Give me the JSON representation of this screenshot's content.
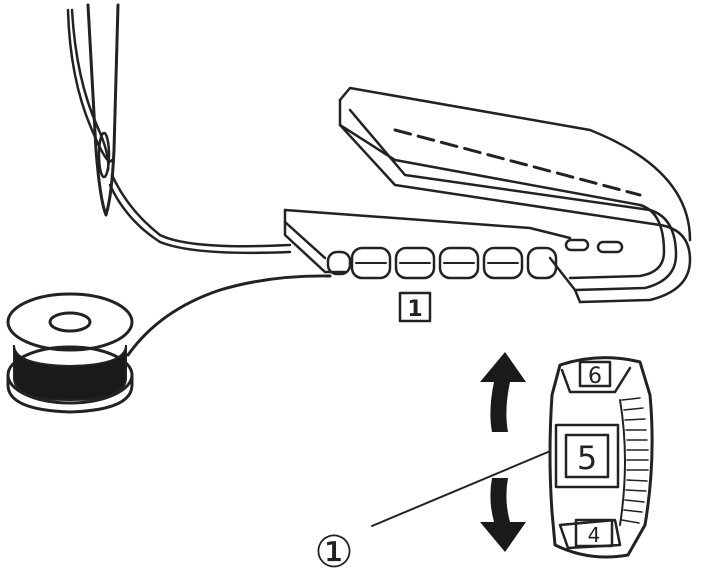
{
  "labels": {
    "seam_box": "1",
    "callout": "①",
    "dial_top": "6",
    "dial_center": "5",
    "dial_bottom": "4"
  },
  "colors": {
    "ink": "#222222",
    "background": "#ffffff",
    "bobbin_thread": "#1a1a1a"
  },
  "icons": {
    "arrow_up": "curved-arrow-up-icon",
    "arrow_down": "curved-arrow-down-icon"
  }
}
